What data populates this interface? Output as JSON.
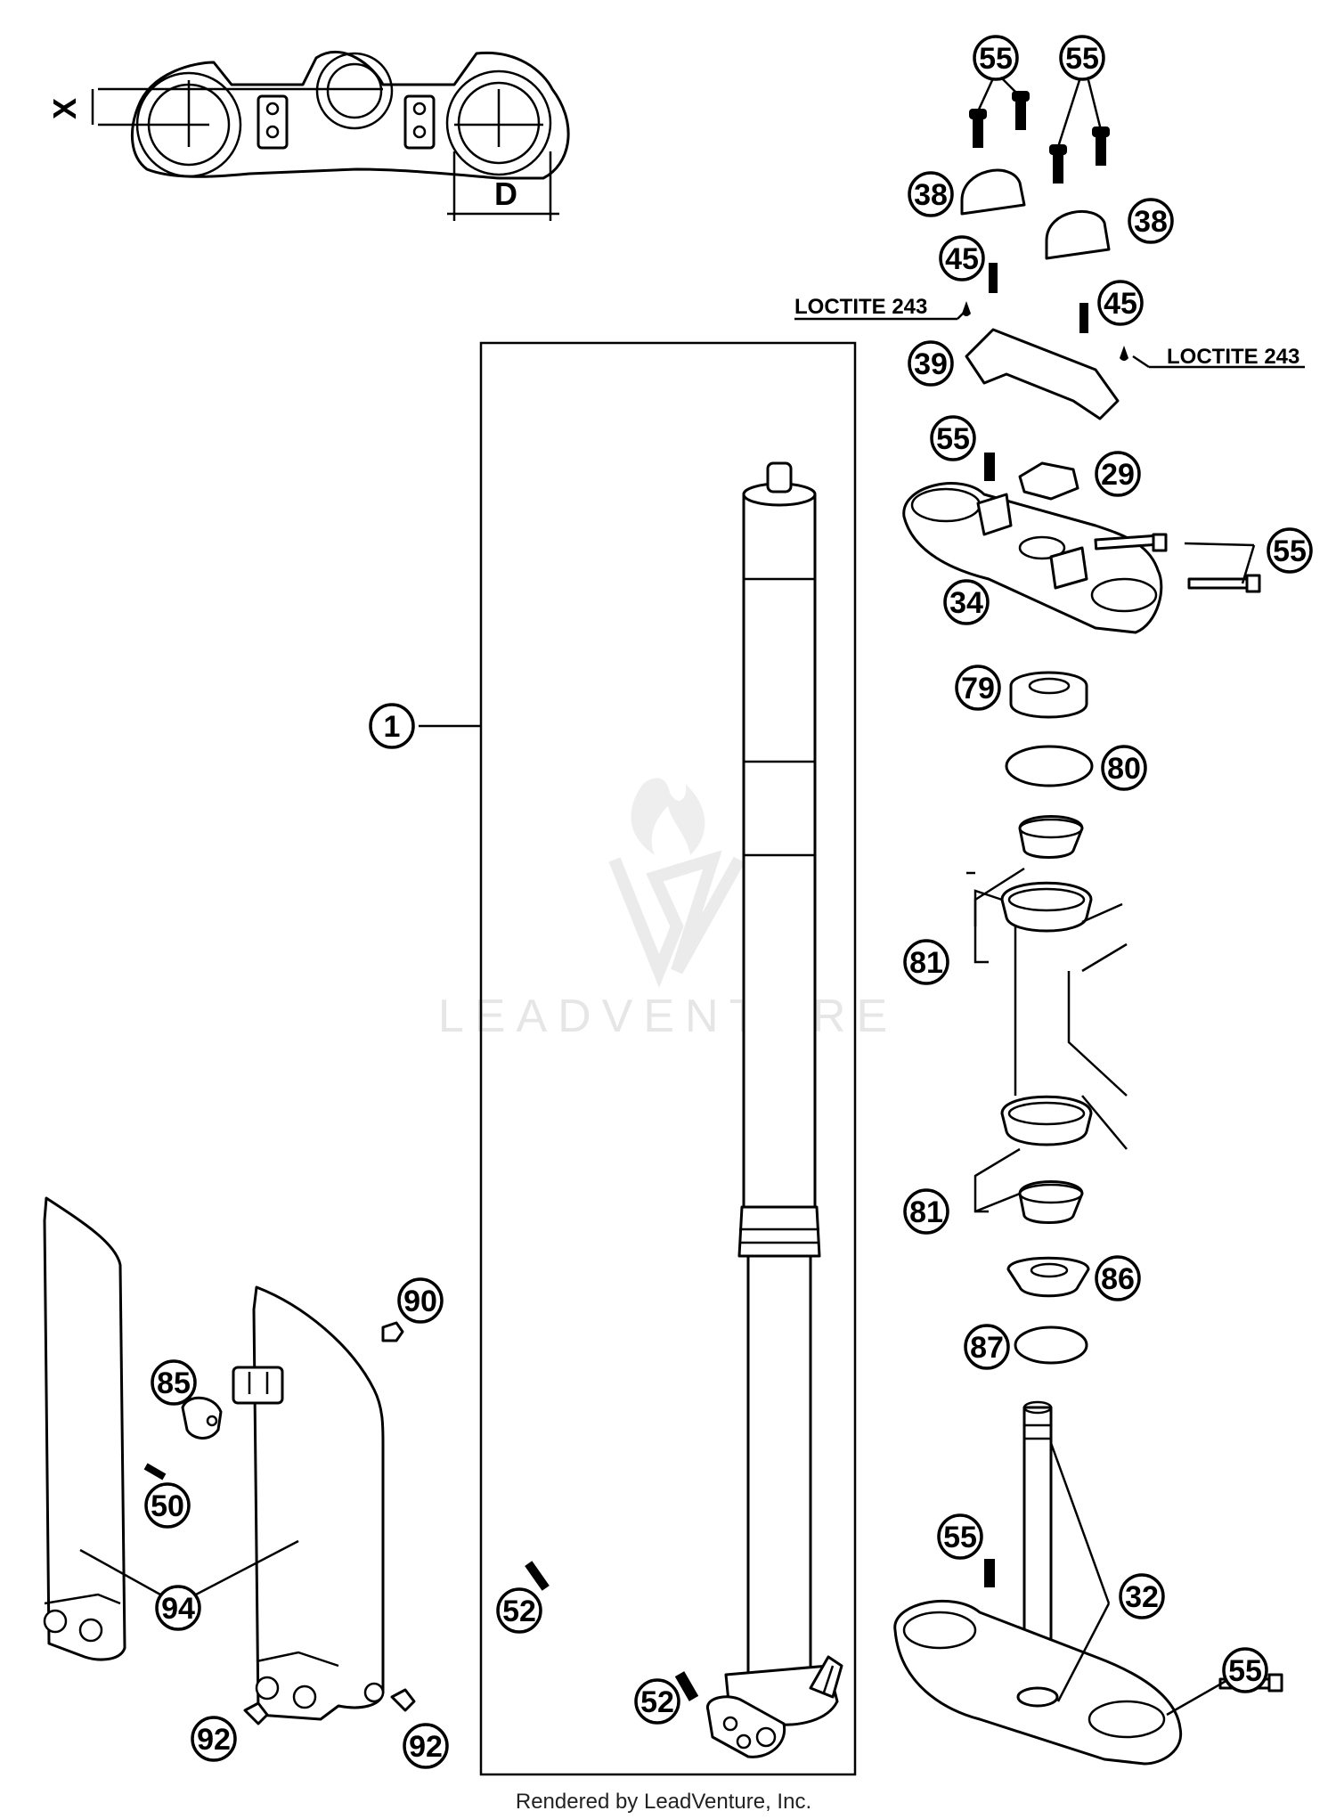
{
  "diagram": {
    "dimension_labels": {
      "x": "X",
      "d": "D"
    },
    "notes": {
      "loctite_left": "LOCTITE 243",
      "loctite_right": "LOCTITE 243"
    },
    "callouts": {
      "c1": "1",
      "c55a": "55",
      "c55b": "55",
      "c38a": "38",
      "c38b": "38",
      "c45a": "45",
      "c45b": "45",
      "c39": "39",
      "c55c": "55",
      "c29": "29",
      "c55d": "55",
      "c34": "34",
      "c79": "79",
      "c80": "80",
      "c81a": "81",
      "c81b": "81",
      "c86": "86",
      "c87": "87",
      "c90": "90",
      "c85": "85",
      "c50": "50",
      "c94": "94",
      "c52a": "52",
      "c52b": "52",
      "c55e": "55",
      "c32": "32",
      "c55f": "55",
      "c92a": "92",
      "c92b": "92"
    },
    "watermark": "LEADVENTURE",
    "footer": "Rendered by LeadVenture, Inc."
  }
}
